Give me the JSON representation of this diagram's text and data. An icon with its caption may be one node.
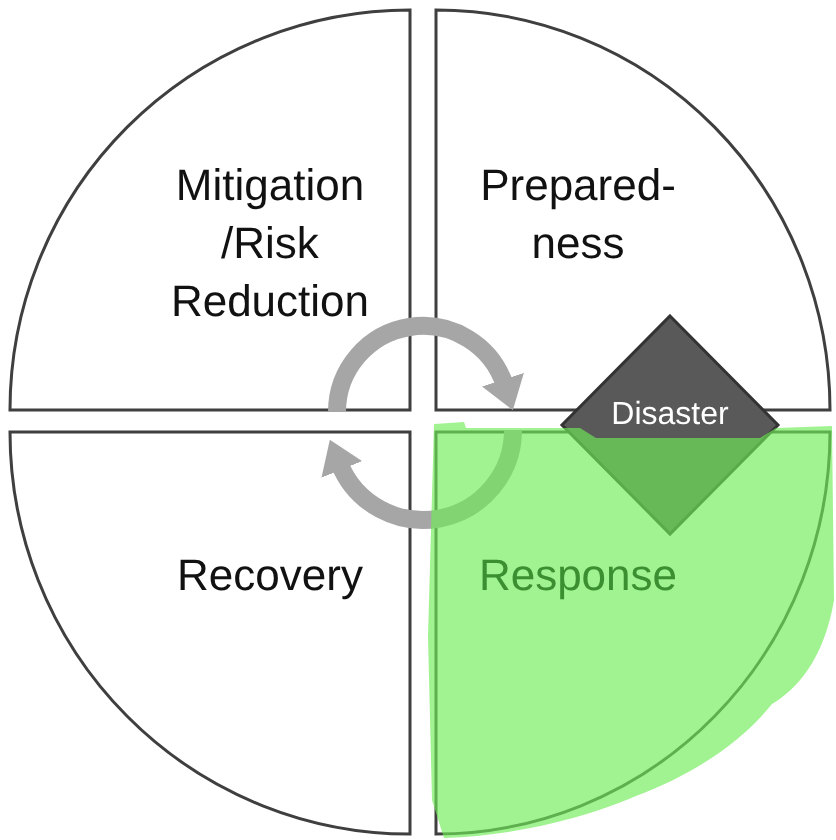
{
  "diagram": {
    "nodes": [
      {
        "text": [
          "Mitigation /Risk Reduction"
        ]
      },
      {
        "text": [
          "Prepared- ness"
        ]
      },
      {
        "text": [
          "Disaster"
        ]
      },
      {
        "text": [
          "Recovery"
        ]
      },
      {
        "text": [
          "Response"
        ]
      }
    ],
    "edges": [
      {
        "from": 0,
        "to": 1,
        "arrow": "to"
      },
      {
        "from": 4,
        "to": 3,
        "arrow": "to"
      }
    ]
  }
}
